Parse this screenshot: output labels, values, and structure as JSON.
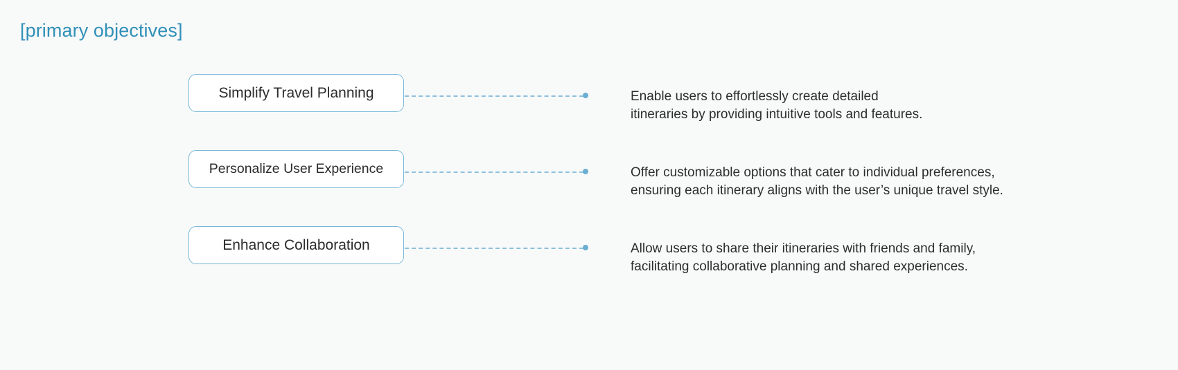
{
  "page": {
    "title": "[primary objectives]",
    "background_color": "#f8f9f9",
    "title_color": "#3090b8",
    "accent_color": "#79b8d9",
    "connector_color": "#8cc0dd",
    "dot_color": "#6aaed3",
    "text_color": "#2d2d2d"
  },
  "objectives": [
    {
      "label": "Simplify Travel Planning",
      "description": "Enable users to effortlessly create detailed\nitineraries by providing intuitive tools and features."
    },
    {
      "label": "Personalize User Experience",
      "description": " Offer customizable options that cater to individual preferences,\nensuring each itinerary aligns with the user’s unique travel style."
    },
    {
      "label": "Enhance Collaboration",
      "description": "Allow users to share their itineraries with friends and family,\nfacilitating collaborative planning and shared experiences."
    }
  ]
}
